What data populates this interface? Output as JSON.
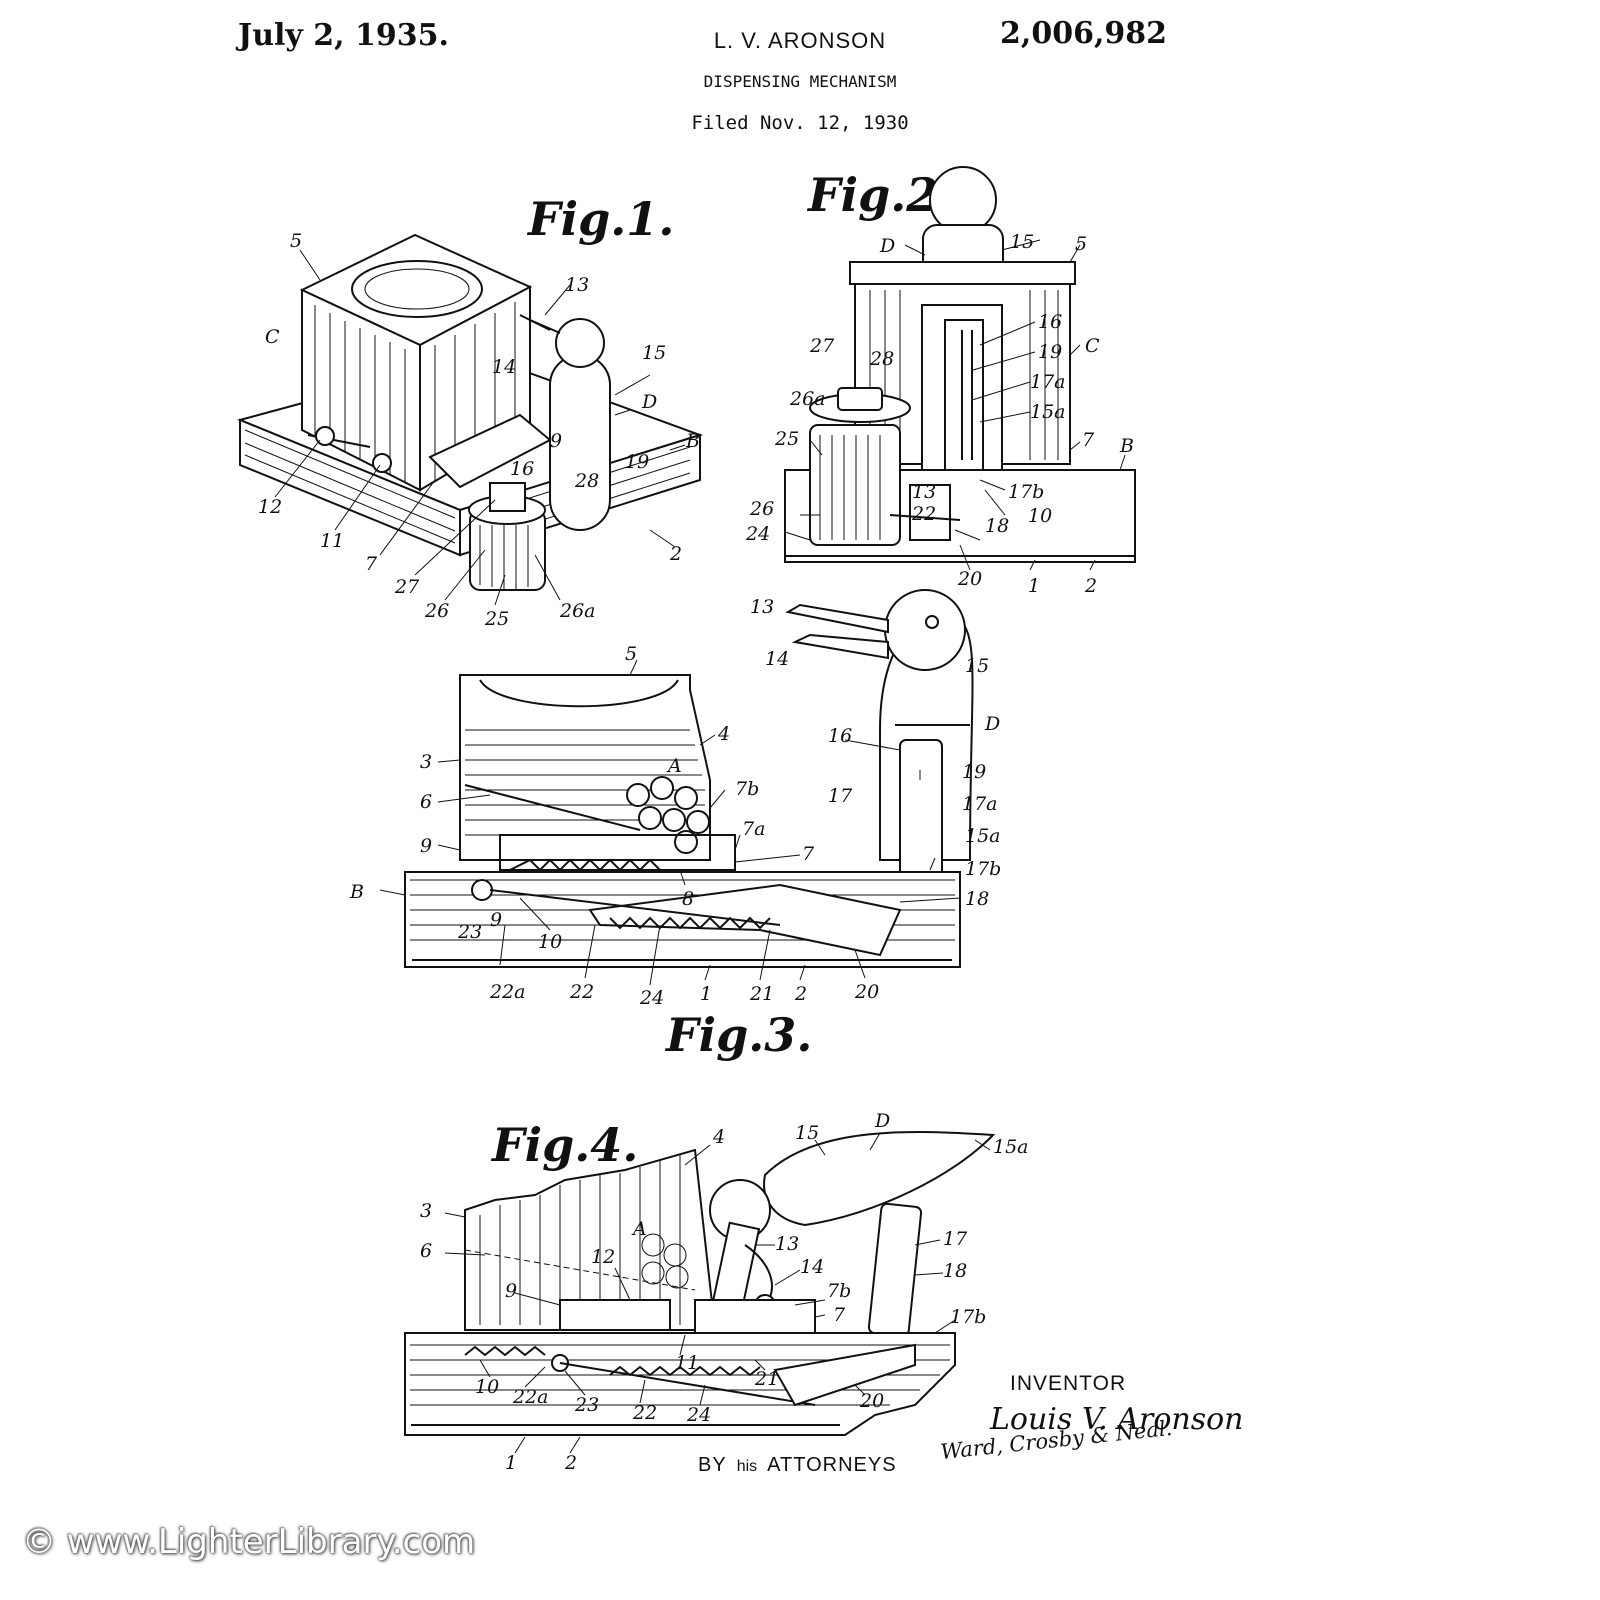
{
  "header": {
    "date": "July 2, 1935.",
    "inventor": "L. V. ARONSON",
    "patent_number": "2,006,982",
    "title": "DISPENSING MECHANISM",
    "filed": "Filed Nov. 12, 1930"
  },
  "figures": {
    "fig1": {
      "label": "Fig.1.",
      "refs": {
        "r5": "5",
        "rC": "C",
        "r13": "13",
        "r14": "14",
        "r15": "15",
        "rD": "D",
        "rB": "B",
        "r19": "19",
        "r16": "16",
        "r28": "28",
        "r12": "12",
        "r11": "11",
        "r7": "7",
        "r27": "27",
        "r26": "26",
        "r25": "25",
        "r26a": "26a",
        "r2": "2",
        "r9": "9"
      }
    },
    "fig2": {
      "label": "Fig.2.",
      "refs": {
        "rD": "D",
        "r15": "15",
        "r5": "5",
        "r27": "27",
        "r28": "28",
        "r16": "16",
        "r19": "19",
        "rC": "C",
        "r26a": "26a",
        "r17a": "17a",
        "r15a": "15a",
        "r25": "25",
        "r7": "7",
        "rB": "B",
        "r13": "13",
        "r22": "22",
        "r17b": "17b",
        "r26": "26",
        "r24": "24",
        "r18": "18",
        "r10": "10",
        "r20": "20",
        "r1": "1",
        "r2": "2"
      }
    },
    "fig3": {
      "label": "Fig.3.",
      "refs": {
        "r13": "13",
        "r14": "14",
        "r15": "15",
        "r5": "5",
        "r4": "4",
        "rD": "D",
        "r3": "3",
        "r16": "16",
        "r19": "19",
        "rA": "A",
        "r7b": "7b",
        "r6": "6",
        "r17": "17",
        "r17a": "17a",
        "r7a": "7a",
        "r15a": "15a",
        "r9": "9",
        "r7": "7",
        "r17b": "17b",
        "rB": "B",
        "r8": "8",
        "r18": "18",
        "r23": "23",
        "r9b": "9",
        "r10": "10",
        "r22a": "22a",
        "r22": "22",
        "r24": "24",
        "r1": "1",
        "r21": "21",
        "r2": "2",
        "r20": "20"
      }
    },
    "fig4": {
      "label": "Fig.4.",
      "refs": {
        "rD": "D",
        "r15": "15",
        "r4": "4",
        "r15a": "15a",
        "r3": "3",
        "r13": "13",
        "r17": "17",
        "rA": "A",
        "r6": "6",
        "r12": "12",
        "r14": "14",
        "r18": "18",
        "r9": "9",
        "r7b": "7b",
        "r7": "7",
        "r17b": "17b",
        "r11": "11",
        "r21": "21",
        "r10": "10",
        "r22a": "22a",
        "r23": "23",
        "r22": "22",
        "r24": "24",
        "r20": "20",
        "r1": "1",
        "r2": "2"
      }
    }
  },
  "inventor_block": {
    "heading": "INVENTOR",
    "name": "Louis V. Aronson",
    "by": "BY",
    "his": "his",
    "attorneys": "ATTORNEYS",
    "signature": "Ward, Crosby & Neal."
  },
  "watermark": "© www.LighterLibrary.com"
}
